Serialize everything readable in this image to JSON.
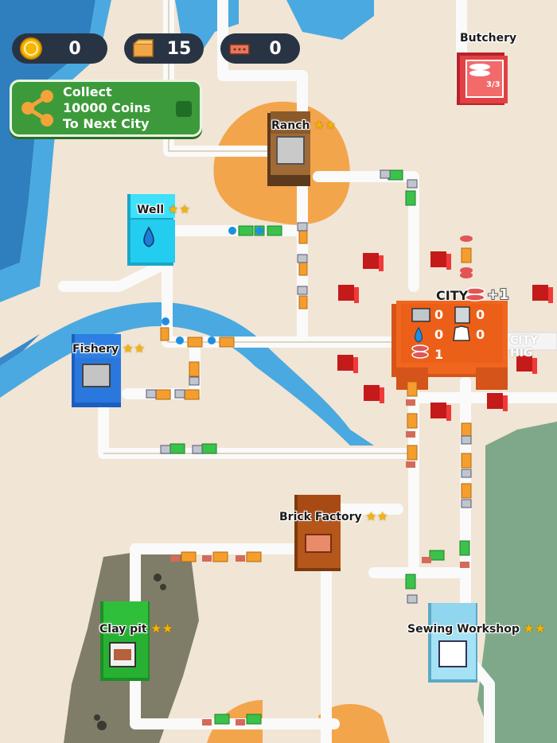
{
  "resources": {
    "coins": {
      "icon": "coin-icon",
      "value": "0"
    },
    "crates": {
      "icon": "crate-icon",
      "value": "15"
    },
    "bricks": {
      "icon": "brick-icon",
      "value": "0"
    }
  },
  "goal": {
    "icon": "share-icon",
    "line1": "Collect",
    "line2": "10000 Coins",
    "line3": "To Next City"
  },
  "buildings": {
    "butchery": {
      "name": "Butchery",
      "capacity": "3/3",
      "color": "#e0403b"
    },
    "ranch": {
      "name": "Ranch",
      "stars": "★★",
      "color": "#8a5a2b"
    },
    "well": {
      "name": "Well",
      "stars": "★★",
      "color": "#2ed1f2"
    },
    "fishery": {
      "name": "Fishery",
      "stars": "★★",
      "color": "#2f7fe0"
    },
    "brick_factory": {
      "name": "Brick Factory",
      "stars": "★★",
      "color": "#b5561b"
    },
    "clay_pit": {
      "name": "Clay pit",
      "stars": "★★",
      "color": "#2fbf3a"
    },
    "sewing_workshop": {
      "name": "Sewing Workshop",
      "stars": "★★",
      "color": "#8fd6ee"
    }
  },
  "city": {
    "name": "CITY",
    "bonus": "+1",
    "sign": "CITY HIG",
    "color": "#f0661e",
    "stock": {
      "fish": "0",
      "milk": "0",
      "water": "0",
      "shirt": "0",
      "sausage": "1"
    }
  }
}
